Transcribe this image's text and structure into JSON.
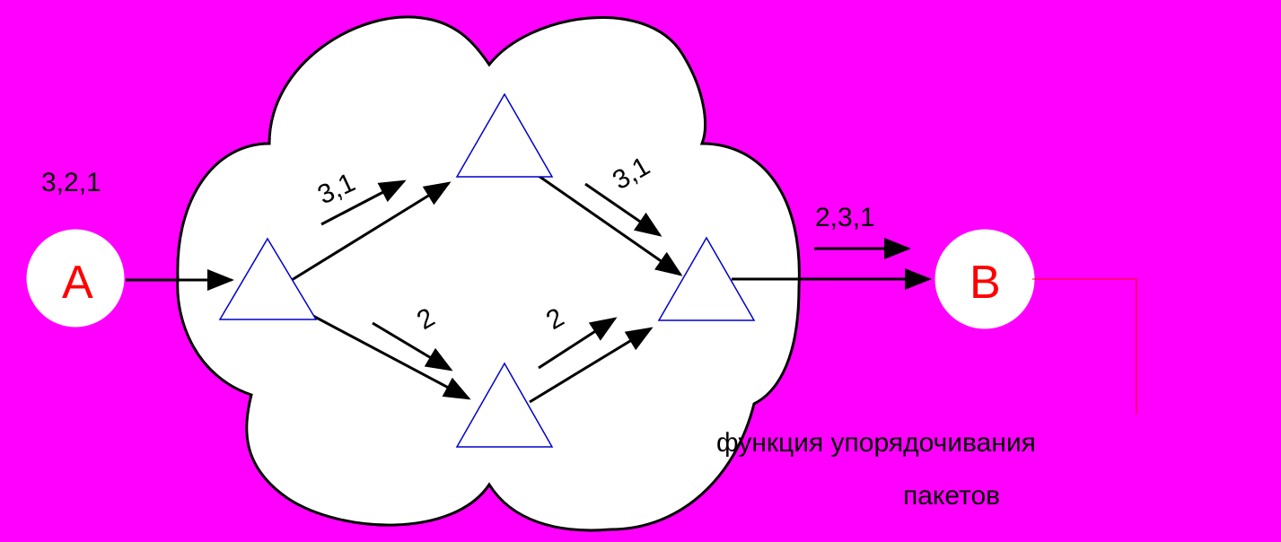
{
  "endpoints": {
    "a": {
      "letter": "A",
      "sequence": "3,2,1"
    },
    "b": {
      "letter": "B",
      "sequence": "2,3,1"
    }
  },
  "paths": {
    "upper_in": "3,1",
    "upper_out": "3,1",
    "lower_in": "2",
    "lower_out": "2"
  },
  "caption": {
    "line1": "функция упорядочивания",
    "line2": "пакетов"
  },
  "colors": {
    "background": "#ff00ff",
    "cloud": "#ffffff",
    "router_stroke": "#0000cc",
    "letter": "#ff0000",
    "arrow": "#000000"
  }
}
